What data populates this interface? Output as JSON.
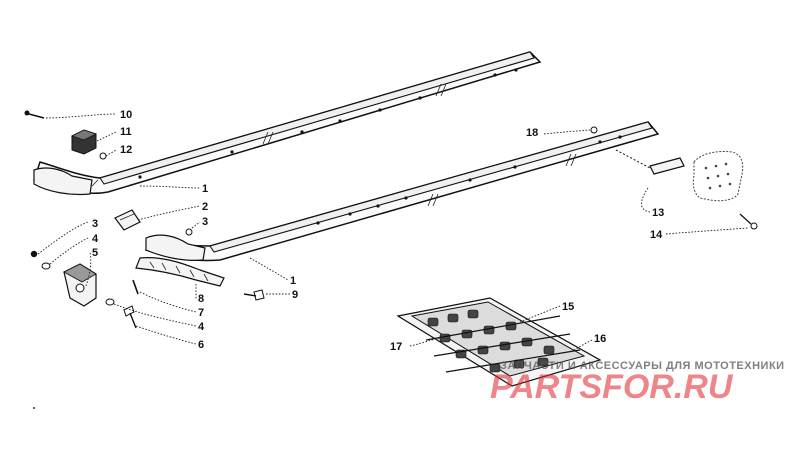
{
  "callouts": {
    "c1a": "1",
    "c1b": "1",
    "c2": "2",
    "c3a": "3",
    "c3b": "3",
    "c4a": "4",
    "c4b": "4",
    "c5": "5",
    "c6": "6",
    "c7": "7",
    "c8": "8",
    "c9": "9",
    "c10": "10",
    "c11": "11",
    "c12": "12",
    "c13": "13",
    "c14": "14",
    "c15": "15",
    "c16": "16",
    "c17": "17",
    "c18": "18"
  },
  "watermark": {
    "tagline": "ЗАПЧАСТИ И АКСЕССУАРЫ ДЛЯ МОТОТЕХНИКИ",
    "brand": "PARTSFOR.RU"
  },
  "colors": {
    "line": "#111111",
    "watermark_red": "#e0222a"
  }
}
